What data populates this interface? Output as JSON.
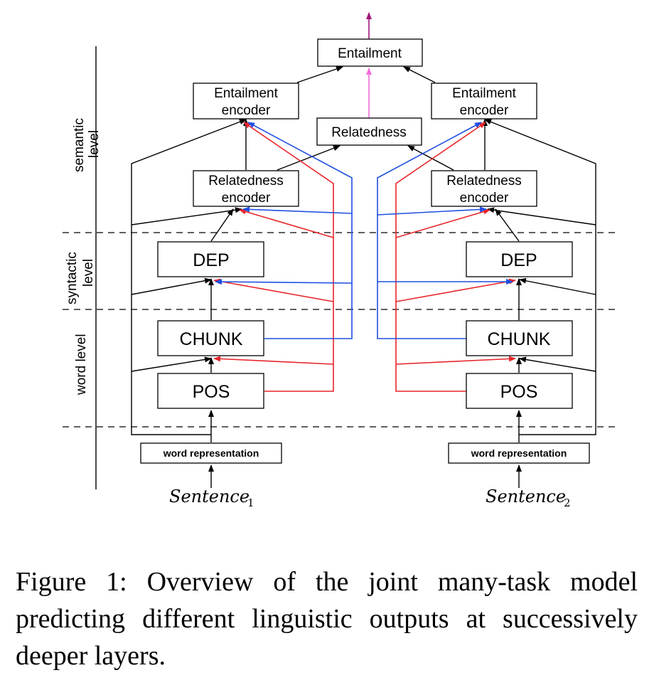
{
  "diagram": {
    "nodes": {
      "entailment": "Entailment",
      "relatedness": "Relatedness",
      "entail_enc_l1": "Entailment",
      "entail_enc_l2": "encoder",
      "entail_enc_r1": "Entailment",
      "entail_enc_r2": "encoder",
      "rel_enc_l1": "Relatedness",
      "rel_enc_l2": "encoder",
      "rel_enc_r1": "Relatedness",
      "rel_enc_r2": "encoder",
      "dep_l": "DEP",
      "dep_r": "DEP",
      "chunk_l": "CHUNK",
      "chunk_r": "CHUNK",
      "pos_l": "POS",
      "pos_r": "POS",
      "wordrep_l": "word representation",
      "wordrep_r": "word representation"
    },
    "levels": {
      "semantic_1": "semantic",
      "semantic_2": "level",
      "syntactic_1": "syntactic",
      "syntactic_2": "level",
      "word": "word level"
    },
    "inputs": {
      "left": "Sentence",
      "left_sub": "1",
      "right": "Sentence",
      "right_sub": "2"
    },
    "colors": {
      "red": "#e8262a",
      "blue": "#1f4fe0",
      "pink": "#f06cd8",
      "purple": "#a0167a"
    }
  },
  "caption": "Figure 1: Overview of the joint many-task model predicting different linguistic outputs at successively deeper layers."
}
